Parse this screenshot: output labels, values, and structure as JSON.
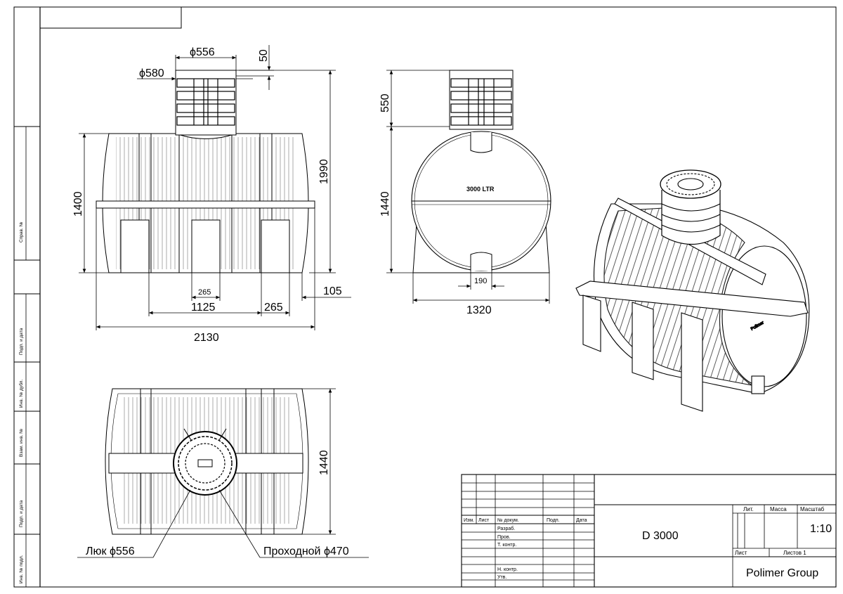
{
  "dimensions": {
    "top_neck_inner": "ϕ556",
    "top_neck_outer": "ϕ580",
    "top_gap": "50",
    "height_total": "1990",
    "height_body": "1400",
    "foot_width": "265",
    "foot_spacing": "1125",
    "foot_edge": "265",
    "end_offset": "105",
    "length_total": "2130",
    "side_neck_height": "550",
    "side_diameter": "1440",
    "side_label": "3000 LTR",
    "side_foot": "190",
    "side_width": "1320",
    "plan_width": "1440"
  },
  "callouts": {
    "hatch": "Люк ϕ556",
    "passage": "Проходной ϕ470"
  },
  "margin_stamps": {
    "sprav": "Справ. №",
    "podp_data_1": "Подп. и дата",
    "inv_dubl": "Инв. № дубл.",
    "vzam_inv": "Взам. инв. №",
    "podp_data_2": "Подп. и дата",
    "inv_podl": "Инв. № подл."
  },
  "title_block": {
    "headers": [
      "Изм.",
      "Лист",
      "№ докум.",
      "Подп.",
      "Дата"
    ],
    "roles": [
      "Разраб.",
      "Пров.",
      "Т. контр.",
      "Н. контр.",
      "Утв."
    ],
    "designation": "D 3000",
    "lit_label": "Лит.",
    "mass_label": "Масса",
    "scale_label": "Масштаб",
    "scale_value": "1:10",
    "sheet_label": "Лист",
    "sheets_label": "Листов 1",
    "company": "Polimer Group"
  }
}
